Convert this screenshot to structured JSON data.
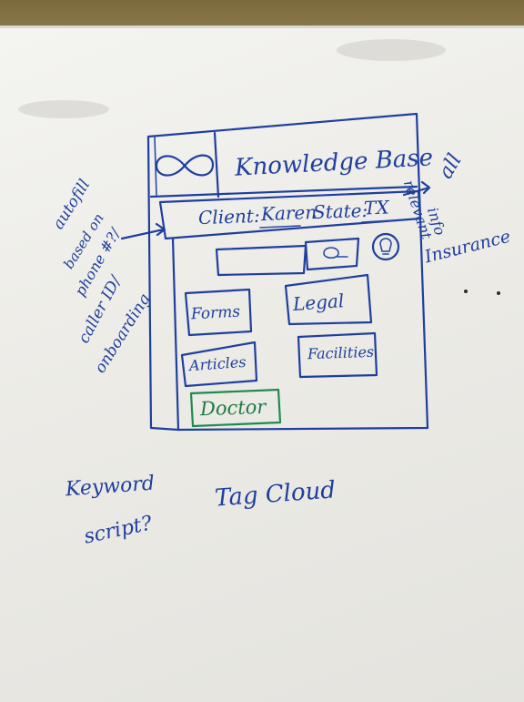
{
  "header": {
    "title": "Knowledge Base"
  },
  "client_bar": {
    "client_label": "Client:",
    "client_value": "Karen",
    "state_label": "State:",
    "state_value": "TX"
  },
  "tags": {
    "forms": "Forms",
    "legal": "Legal",
    "articles": "Articles",
    "facilities": "Facilities",
    "doctor": "Doctor"
  },
  "notes": {
    "autofill": [
      "autofill",
      "based on",
      "phone #?/",
      "caller ID/",
      "onboarding"
    ],
    "right": [
      "all",
      "relevant",
      "info",
      "Insurance"
    ],
    "keyword": [
      "Keyword",
      "script?"
    ],
    "tag_cloud": "Tag Cloud"
  },
  "colors": {
    "ink_blue": "#1e3f9e",
    "ink_green": "#1f8a4e",
    "board": "#ecebe6"
  },
  "icons": {
    "logo": "infinity-icon",
    "search": "search-icon",
    "help": "lightbulb-icon"
  }
}
